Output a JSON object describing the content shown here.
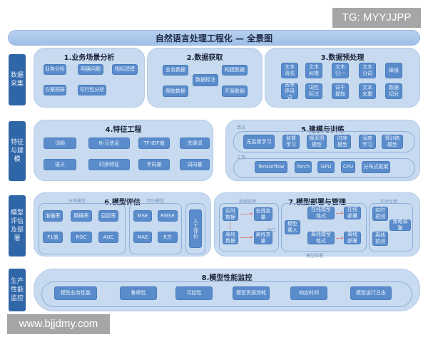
{
  "watermarks": {
    "top": "TG: MYYJJPP",
    "bottom": "www.bjjdmy.com"
  },
  "title": "自然语言处理工程化 — 全景图",
  "stages": [
    {
      "label": "数据采集"
    },
    {
      "label": "特征与建模"
    },
    {
      "label": "模型评估及部署"
    },
    {
      "label": "生产性能监控"
    }
  ],
  "panels": {
    "business": {
      "title": "1.业务场景分析",
      "items": [
        "业务分析",
        "明确问题",
        "指标建模",
        "方案预研",
        "可行性分析"
      ]
    },
    "acquisition": {
      "title": "2.数据获取",
      "items": [
        "业务数据",
        "构建数据",
        "数据标注",
        "爬取数据",
        "开源数据"
      ]
    },
    "preprocess": {
      "title": "3.数据预处理",
      "items": [
        "文本清洗",
        "文本纠错",
        "文本归一",
        "文本分词",
        "降噪",
        "去除停用词",
        "词性标注",
        "词干提取",
        "文本去重",
        "数据切分"
      ]
    },
    "feature": {
      "title": "4.特征工程",
      "items": [
        "词频",
        "N-元信息",
        "TF-IDF值",
        "关键词",
        "语义",
        "时序特征",
        "字向量",
        "词向量"
      ]
    },
    "modeling": {
      "title": "5.建模与训练",
      "algo_label": "算法",
      "infra_label": "工具",
      "algo_items": [
        "无监督学习",
        "监督学习",
        "概率图模型",
        "时序模型",
        "深度学习",
        "预训练模型"
      ],
      "infra_items": [
        "Tensorflow",
        "Torch",
        "GPU",
        "CPU",
        "分布式框架"
      ]
    },
    "evaluation": {
      "title": "6.模型评估",
      "classification_label": "分类模型",
      "regression_label": "回归模型",
      "classification_items": [
        "准确率",
        "精确率",
        "召回率",
        "F1值",
        "ROC",
        "AUC"
      ],
      "regression_items": [
        "MSE",
        "RMSE",
        "MAE",
        "R方"
      ],
      "manual_item": "人工评价"
    },
    "deployment": {
      "title": "7.模型部署与管理",
      "data_mgmt_label": "数据管理",
      "deploy_mgmt_label": "模型部署",
      "feedback_label": "实时反馈",
      "interface_label": "接口",
      "data_items": [
        "实时数据",
        "在线变量",
        "离线数据",
        "离线变量"
      ],
      "load_item": "模型载入",
      "mode_items": [
        "在线模型格式",
        "离线模型格式"
      ],
      "deploy_items": [
        "在线部署",
        "离线部署"
      ],
      "predict_items": [
        "实时预测",
        "离线预测"
      ],
      "adjust_item": "策略调整"
    },
    "monitoring": {
      "title": "8.模型性能监控",
      "items": [
        "模型业务性能",
        "鲁棒性",
        "可控性",
        "模型资源消耗",
        "响应时间",
        "模型运行日志"
      ]
    }
  },
  "colors": {
    "panel_bg": "#c7daf0",
    "box_bg": "#5a8ccb",
    "stage_bg": "#2f66a8",
    "title_bg": "#a9c6ec",
    "arrow": "#d88c8c"
  }
}
